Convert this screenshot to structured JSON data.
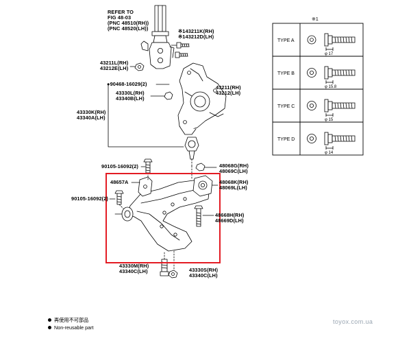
{
  "callouts": {
    "refer": [
      "REFER TO",
      "FIG 48-03",
      "(PNC 48510(RH))",
      "(PNC 48520(LH))"
    ],
    "p43211k": [
      "※143211K(RH)",
      "※143212D(LH)"
    ],
    "p43211l": [
      "43211L(RH)",
      "43212E(LH)"
    ],
    "p90468": "●90468-16029(2)",
    "p43330l": [
      "43330L(RH)",
      "43340B(LH)"
    ],
    "p43211": [
      "43211(RH)",
      "43212(LH)"
    ],
    "p43330k": [
      "43330K(RH)",
      "43340A(LH)"
    ],
    "p90105a": "90105-16092(2)",
    "p48068g": [
      "48068G(RH)",
      "48069C(LH)"
    ],
    "p48657a": "48657A",
    "p48068k": [
      "48068K(RH)",
      "48069L(LH)"
    ],
    "p90105b": "90105-16092(2)",
    "p48668h": [
      "48668H(RH)",
      "48669D(LH)"
    ],
    "p43330m": [
      "43330M(RH)",
      "43340C(LH)"
    ],
    "p43330s": [
      "43330S(RH)",
      "43340C(LH)"
    ]
  },
  "bolt_table": {
    "note": "※1",
    "rows": [
      {
        "type": "TYPE A",
        "dia": "φ 17"
      },
      {
        "type": "TYPE B",
        "dia": "φ 15.8"
      },
      {
        "type": "TYPE C",
        "dia": "φ 15"
      },
      {
        "type": "TYPE D",
        "dia": "φ 14"
      }
    ]
  },
  "legend": {
    "items": [
      "再使用不可部品",
      "Non-reusable part"
    ]
  },
  "watermark": "toyox.com.ua",
  "colors": {
    "highlight": "#e31b23",
    "line": "#000000",
    "watermark": "#9aa6b2"
  }
}
